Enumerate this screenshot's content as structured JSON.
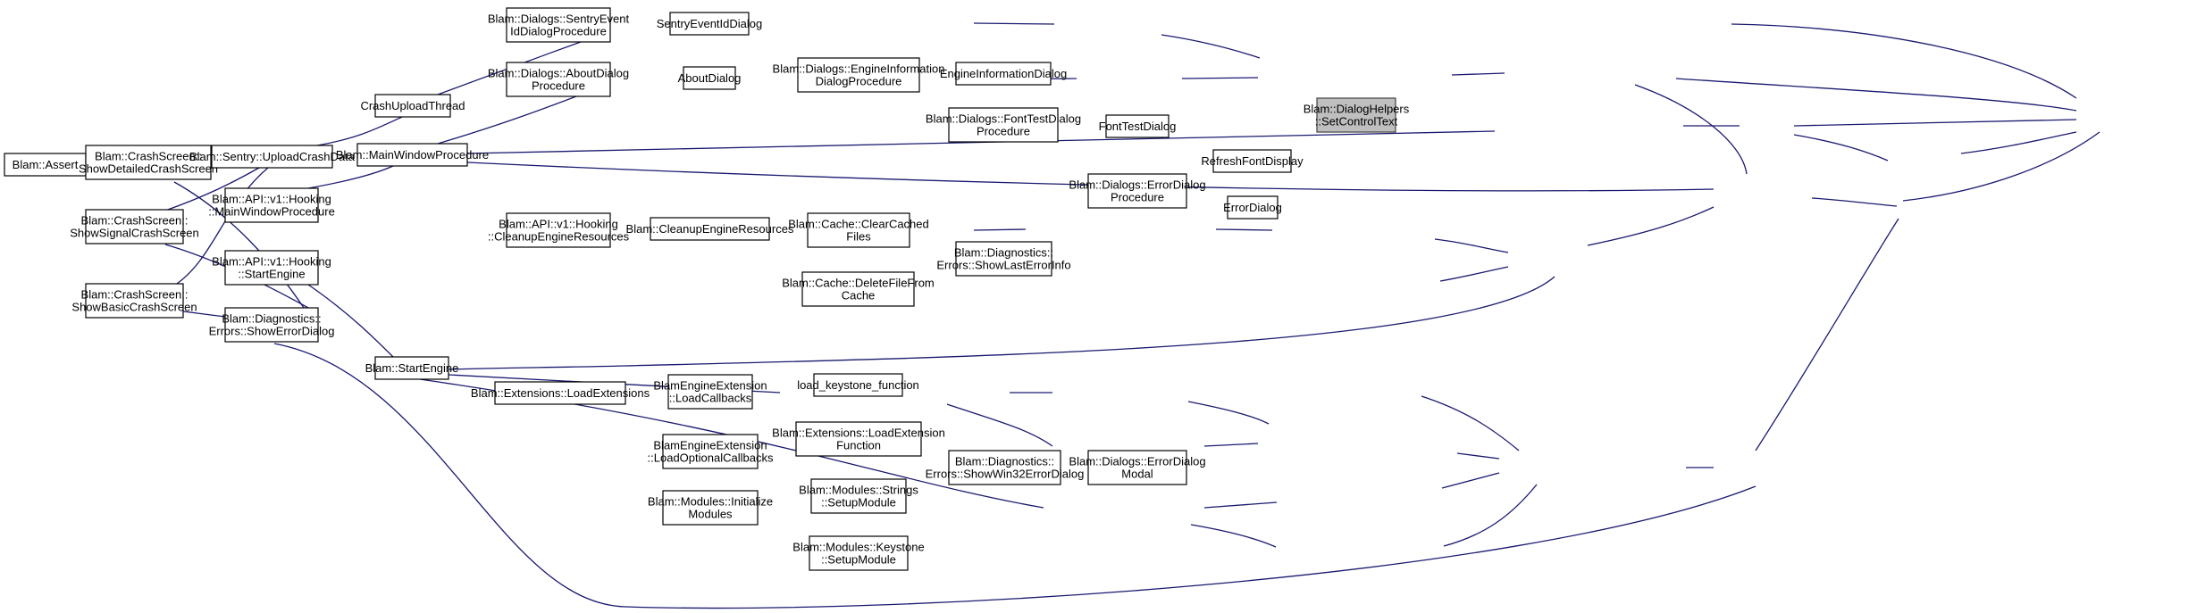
{
  "graph": {
    "nodes": [
      {
        "id": "assert",
        "lines": [
          "Blam::Assert"
        ]
      },
      {
        "id": "show-detailed",
        "lines": [
          "Blam::CrashScreen::",
          "ShowDetailedCrashScreen"
        ]
      },
      {
        "id": "show-signal",
        "lines": [
          "Blam::CrashScreen::",
          "ShowSignalCrashScreen"
        ]
      },
      {
        "id": "show-basic",
        "lines": [
          "Blam::CrashScreen::",
          "ShowBasicCrashScreen"
        ]
      },
      {
        "id": "upload-crash-data",
        "lines": [
          "Blam::Sentry::UploadCrashData"
        ]
      },
      {
        "id": "api-main-window-procedure",
        "lines": [
          "Blam::API::v1::Hooking",
          "::MainWindowProcedure"
        ]
      },
      {
        "id": "api-start-engine",
        "lines": [
          "Blam::API::v1::Hooking",
          "::StartEngine"
        ]
      },
      {
        "id": "show-error-dialog",
        "lines": [
          "Blam::Diagnostics::",
          "Errors::ShowErrorDialog"
        ]
      },
      {
        "id": "crash-upload-thread",
        "lines": [
          "CrashUploadThread"
        ]
      },
      {
        "id": "main-window-procedure",
        "lines": [
          "Blam::MainWindowProcedure"
        ]
      },
      {
        "id": "start-engine",
        "lines": [
          "Blam::StartEngine"
        ]
      },
      {
        "id": "sentry-event-id-dialog-procedure",
        "lines": [
          "Blam::Dialogs::SentryEvent",
          "IdDialogProcedure"
        ]
      },
      {
        "id": "about-dialog-procedure",
        "lines": [
          "Blam::Dialogs::AboutDialog",
          "Procedure"
        ]
      },
      {
        "id": "api-cleanup-engine-resources",
        "lines": [
          "Blam::API::v1::Hooking",
          "::CleanupEngineResources"
        ]
      },
      {
        "id": "load-extensions",
        "lines": [
          "Blam::Extensions::LoadExtensions"
        ]
      },
      {
        "id": "sentry-event-id-dialog",
        "lines": [
          "SentryEventIdDialog"
        ]
      },
      {
        "id": "about-dialog",
        "lines": [
          "AboutDialog"
        ]
      },
      {
        "id": "cleanup-engine-resources",
        "lines": [
          "Blam::CleanupEngineResources"
        ]
      },
      {
        "id": "load-callbacks",
        "lines": [
          "BlamEngineExtension",
          "::LoadCallbacks"
        ]
      },
      {
        "id": "load-optional-callbacks",
        "lines": [
          "BlamEngineExtension",
          "::LoadOptionalCallbacks"
        ]
      },
      {
        "id": "initialize-modules",
        "lines": [
          "Blam::Modules::Initialize",
          "Modules"
        ]
      },
      {
        "id": "engine-information-dialog-procedure",
        "lines": [
          "Blam::Dialogs::EngineInformation",
          "DialogProcedure"
        ]
      },
      {
        "id": "clear-cached-files",
        "lines": [
          "Blam::Cache::ClearCached",
          "Files"
        ]
      },
      {
        "id": "delete-file-from-cache",
        "lines": [
          "Blam::Cache::DeleteFileFrom",
          "Cache"
        ]
      },
      {
        "id": "load-keystone-function",
        "lines": [
          "load_keystone_function"
        ]
      },
      {
        "id": "load-extension-function",
        "lines": [
          "Blam::Extensions::LoadExtension",
          "Function"
        ]
      },
      {
        "id": "strings-setup-module",
        "lines": [
          "Blam::Modules::Strings",
          "::SetupModule"
        ]
      },
      {
        "id": "keystone-setup-module",
        "lines": [
          "Blam::Modules::Keystone",
          "::SetupModule"
        ]
      },
      {
        "id": "engine-information-dialog",
        "lines": [
          "EngineInformationDialog"
        ]
      },
      {
        "id": "font-test-dialog-procedure",
        "lines": [
          "Blam::Dialogs::FontTestDialog",
          "Procedure"
        ]
      },
      {
        "id": "show-last-error-info",
        "lines": [
          "Blam::Diagnostics::",
          "Errors::ShowLastErrorInfo"
        ]
      },
      {
        "id": "show-win32-error-dialog",
        "lines": [
          "Blam::Diagnostics::",
          "Errors::ShowWin32ErrorDialog"
        ]
      },
      {
        "id": "error-dialog-procedure",
        "lines": [
          "Blam::Dialogs::ErrorDialog",
          "Procedure"
        ]
      },
      {
        "id": "error-dialog-modal",
        "lines": [
          "Blam::Dialogs::ErrorDialog",
          "Modal"
        ]
      },
      {
        "id": "font-test-dialog",
        "lines": [
          "FontTestDialog"
        ]
      },
      {
        "id": "refresh-font-display",
        "lines": [
          "RefreshFontDisplay"
        ]
      },
      {
        "id": "error-dialog",
        "lines": [
          "ErrorDialog"
        ]
      },
      {
        "id": "set-control-text",
        "lines": [
          "Blam::DialogHelpers",
          "::SetControlText"
        ],
        "highlighted": true
      }
    ],
    "edges": [
      {
        "from": "show-detailed",
        "to": "assert"
      },
      {
        "from": "upload-crash-data",
        "to": "show-detailed"
      },
      {
        "from": "show-error-dialog",
        "to": "show-detailed"
      },
      {
        "from": "upload-crash-data",
        "to": "show-signal"
      },
      {
        "from": "show-error-dialog",
        "to": "show-signal"
      },
      {
        "from": "upload-crash-data",
        "to": "show-basic"
      },
      {
        "from": "show-error-dialog",
        "to": "show-basic"
      },
      {
        "from": "crash-upload-thread",
        "to": "upload-crash-data"
      },
      {
        "from": "main-window-procedure",
        "to": "api-main-window-procedure"
      },
      {
        "from": "start-engine",
        "to": "api-start-engine"
      },
      {
        "from": "error-dialog-modal",
        "to": "show-error-dialog"
      },
      {
        "from": "sentry-event-id-dialog-procedure",
        "to": "crash-upload-thread"
      },
      {
        "from": "about-dialog-procedure",
        "to": "main-window-procedure"
      },
      {
        "from": "font-test-dialog-procedure",
        "to": "main-window-procedure"
      },
      {
        "from": "error-dialog-procedure",
        "to": "main-window-procedure"
      },
      {
        "from": "show-last-error-info",
        "to": "start-engine"
      },
      {
        "from": "load-extensions",
        "to": "start-engine"
      },
      {
        "from": "initialize-modules",
        "to": "start-engine"
      },
      {
        "from": "sentry-event-id-dialog",
        "to": "sentry-event-id-dialog-procedure"
      },
      {
        "from": "about-dialog",
        "to": "about-dialog-procedure"
      },
      {
        "from": "cleanup-engine-resources",
        "to": "api-cleanup-engine-resources"
      },
      {
        "from": "load-callbacks",
        "to": "load-extensions"
      },
      {
        "from": "load-optional-callbacks",
        "to": "load-extensions"
      },
      {
        "from": "engine-information-dialog-procedure",
        "to": "sentry-event-id-dialog"
      },
      {
        "from": "engine-information-dialog-procedure",
        "to": "about-dialog"
      },
      {
        "from": "clear-cached-files",
        "to": "cleanup-engine-resources"
      },
      {
        "from": "load-extension-function",
        "to": "load-callbacks"
      },
      {
        "from": "load-extension-function",
        "to": "load-optional-callbacks"
      },
      {
        "from": "strings-setup-module",
        "to": "initialize-modules"
      },
      {
        "from": "keystone-setup-module",
        "to": "initialize-modules"
      },
      {
        "from": "engine-information-dialog",
        "to": "engine-information-dialog-procedure"
      },
      {
        "from": "show-last-error-info",
        "to": "clear-cached-files"
      },
      {
        "from": "show-last-error-info",
        "to": "delete-file-from-cache"
      },
      {
        "from": "show-win32-error-dialog",
        "to": "load-keystone-function"
      },
      {
        "from": "show-win32-error-dialog",
        "to": "load-extension-function"
      },
      {
        "from": "show-win32-error-dialog",
        "to": "strings-setup-module"
      },
      {
        "from": "show-win32-error-dialog",
        "to": "keystone-setup-module"
      },
      {
        "from": "font-test-dialog",
        "to": "font-test-dialog-procedure"
      },
      {
        "from": "error-dialog-procedure",
        "to": "show-last-error-info"
      },
      {
        "from": "error-dialog-modal",
        "to": "show-win32-error-dialog"
      },
      {
        "from": "error-dialog-procedure",
        "to": "engine-information-dialog"
      },
      {
        "from": "refresh-font-display",
        "to": "font-test-dialog"
      },
      {
        "from": "error-dialog",
        "to": "error-dialog-procedure"
      },
      {
        "from": "error-dialog",
        "to": "error-dialog-modal"
      },
      {
        "from": "set-control-text",
        "to": "sentry-event-id-dialog"
      },
      {
        "from": "set-control-text",
        "to": "engine-information-dialog"
      },
      {
        "from": "set-control-text",
        "to": "font-test-dialog"
      },
      {
        "from": "set-control-text",
        "to": "refresh-font-display"
      },
      {
        "from": "set-control-text",
        "to": "error-dialog"
      }
    ]
  }
}
